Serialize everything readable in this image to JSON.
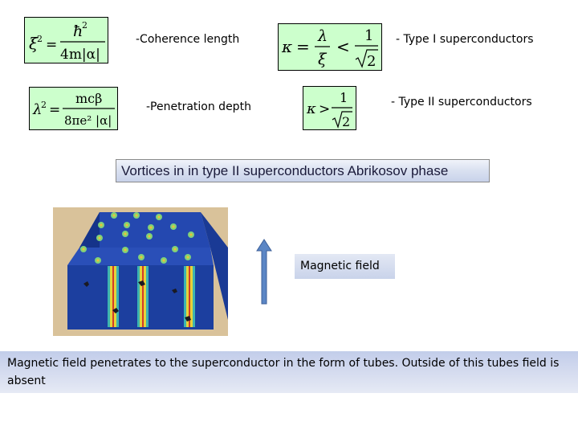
{
  "formulas": {
    "coherence": {
      "lhs": "ξ",
      "lhs_sup": "2",
      "eq": "=",
      "numerator": "ħ",
      "numerator_sup": "2",
      "denominator": "4m|α|",
      "description": "-Coherence length"
    },
    "penetration": {
      "lhs": "λ",
      "lhs_sup": "2",
      "eq": "=",
      "numerator": "mcβ",
      "denominator": "8πe² |α|",
      "description": "-Penetration depth"
    },
    "type1": {
      "lhs": "κ",
      "eq": "=",
      "frac_num": "λ",
      "frac_den": "ξ",
      "relation": "<",
      "one": "1",
      "sqrt_arg": "2",
      "description": "- Type I superconductors"
    },
    "type2": {
      "lhs": "κ",
      "relation": ">",
      "one": "1",
      "sqrt_arg": "2",
      "description": "- Type II superconductors"
    }
  },
  "banner": {
    "text": "Vortices in in type II superconductors Abrikosov phase"
  },
  "figure": {
    "colors": {
      "block": "#1c3f9f",
      "top_face": "#2448b0",
      "side_face": "#15338a",
      "background": "#d9c29a"
    }
  },
  "arrow": {
    "icon": "up-arrow-icon",
    "color": "#5b86c5"
  },
  "field_label": {
    "text": "Magnetic field"
  },
  "footer": {
    "text": "Magnetic field penetrates to the superconductor in the form of tubes. Outside of this tubes field is absent"
  }
}
